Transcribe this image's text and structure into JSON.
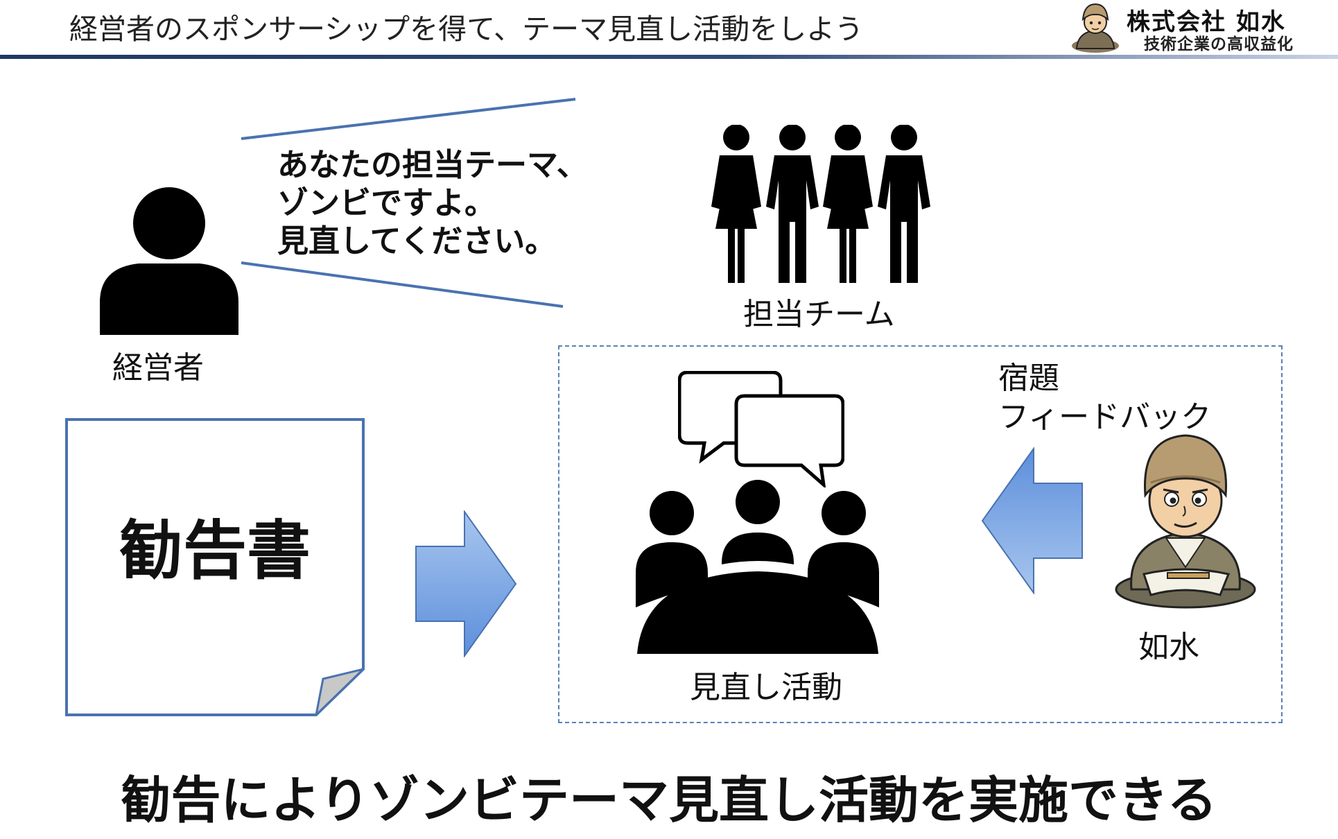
{
  "header": {
    "title": "経営者のスポンサーシップを得て、テーマ見直し活動をしよう",
    "logo_name": "株式会社 如水",
    "logo_tagline": "技術企業の高収益化"
  },
  "speech": {
    "lines": [
      "あなたの担当テーマ、",
      "ゾンビですよ。",
      "見直してください。"
    ]
  },
  "labels": {
    "executive": "経営者",
    "team": "担当チーム",
    "review": "見直し活動",
    "nyosui": "如水",
    "feedback": [
      "宿題",
      "フィードバック"
    ]
  },
  "report": {
    "title": "勧告書"
  },
  "conclusion": "勧告によりゾンビテーマ見直し活動を実施できる",
  "colors": {
    "accent_blue": "#4a72b0",
    "arrow_blue_light": "#a8c6ee",
    "arrow_blue_dark": "#5d8fdc",
    "header_rule": "#1f3864"
  },
  "icons": [
    "person-icon",
    "team-icon",
    "speech-bubbles-icon",
    "meeting-icon",
    "document-icon",
    "right-arrow-icon",
    "left-arrow-icon",
    "consultant-mascot-icon"
  ]
}
